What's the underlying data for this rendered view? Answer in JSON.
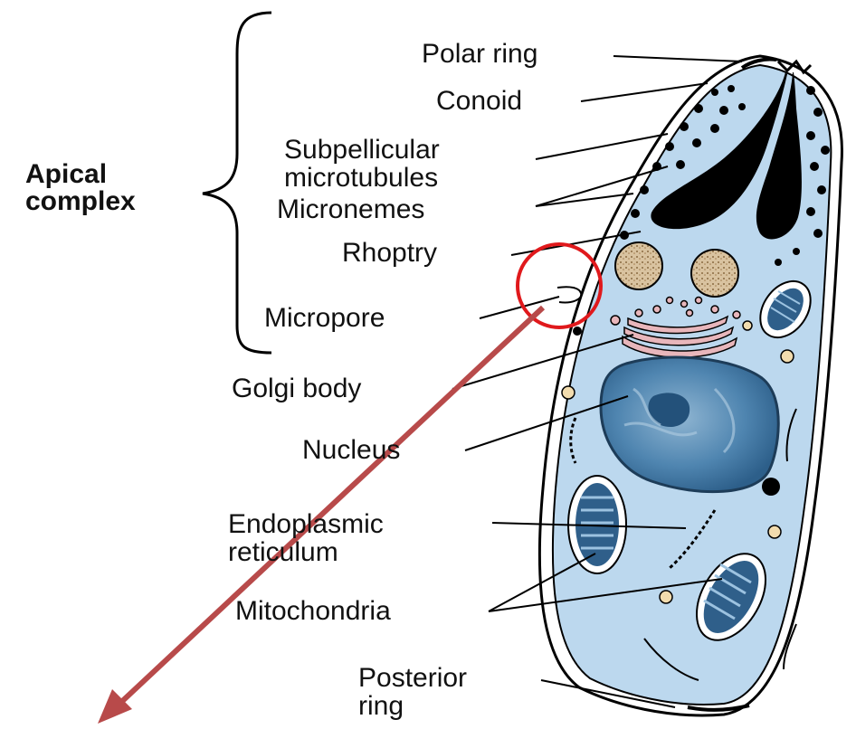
{
  "diagram": {
    "group_label": "Apical\ncomplex",
    "labels": {
      "polar_ring": "Polar ring",
      "conoid": "Conoid",
      "subpellicular_microtubules": "Subpellicular\nmicrotubules",
      "micronemes": "Micronemes",
      "rhoptry": "Rhoptry",
      "micropore": "Micropore",
      "golgi_body": "Golgi body",
      "nucleus": "Nucleus",
      "endoplasmic_reticulum": "Endoplasmic\nreticulum",
      "mitochondria": "Mitochondria",
      "posterior_ring": "Posterior\nring"
    },
    "colors": {
      "cytoplasm": "#bcd8ee",
      "nucleus": "#3f76a3",
      "rhoptry": "#000000",
      "dense_granules": "#b89a6e",
      "golgi": "#e8b6bb",
      "highlight_circle": "#e0191c",
      "arrow": "#b84a4a"
    }
  }
}
